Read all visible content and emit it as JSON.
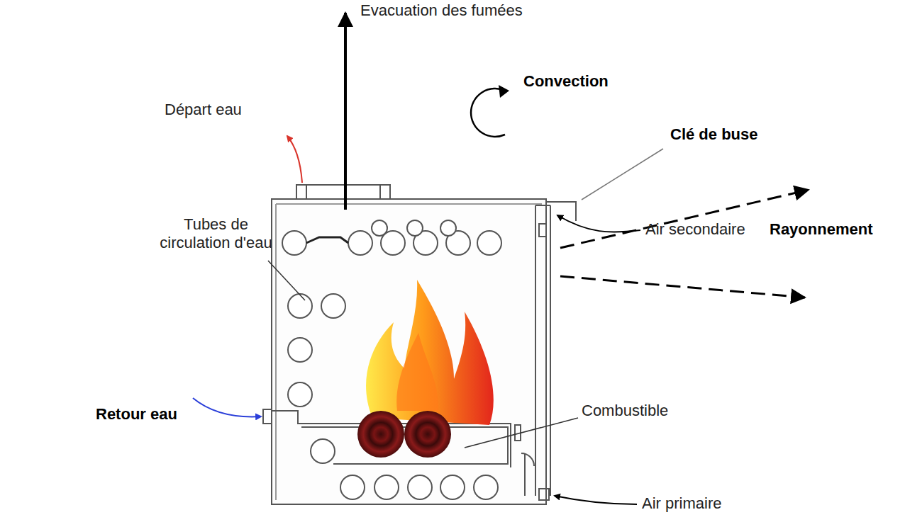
{
  "diagram": {
    "labels": [
      "Evacuation des fumées",
      "Convection",
      "Départ eau",
      "Clé de buse",
      "Tubes de circulation d'eau",
      "Air secondaire",
      "Rayonnement",
      "Combustible",
      "Retour eau",
      "Air primaire"
    ]
  }
}
